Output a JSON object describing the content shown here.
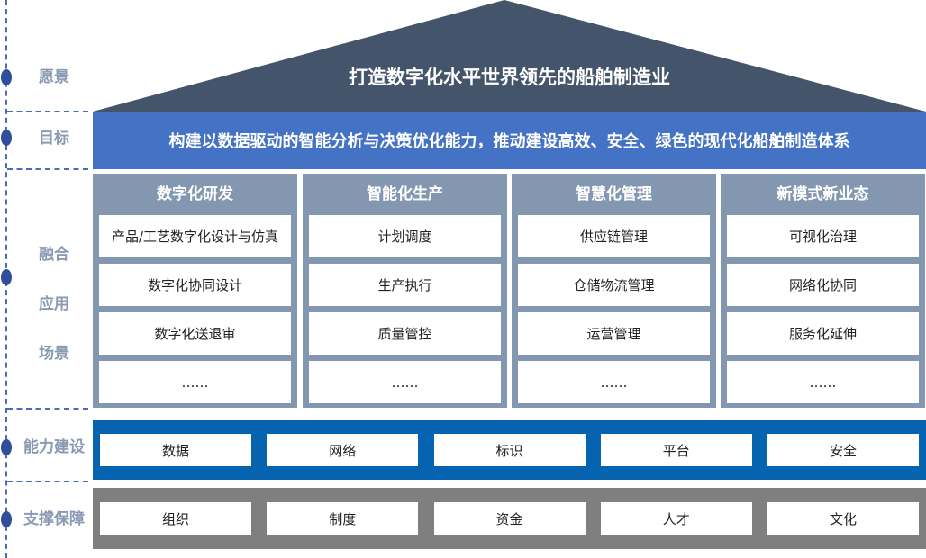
{
  "left_labels": [
    "愿景",
    "目标",
    "融合\n应用\n场景",
    "能力建设",
    "支撑保障"
  ],
  "vision": "打造数字化水平世界领先的船舶制造业",
  "goal": "构建以数据驱动的智能分析与决策优化能力，推动建设高效、安全、绿色的现代化船舶制造体系",
  "columns": [
    {
      "title": "数字化研发",
      "items": [
        "产品/工艺数字化设计与仿真",
        "数字化协同设计",
        "数字化送退审",
        "……"
      ]
    },
    {
      "title": "智能化生产",
      "items": [
        "计划调度",
        "生产执行",
        "质量管控",
        "……"
      ]
    },
    {
      "title": "智慧化管理",
      "items": [
        "供应链管理",
        "仓储物流管理",
        "运营管理",
        "……"
      ]
    },
    {
      "title": "新模式新业态",
      "items": [
        "可视化治理",
        "网络化协同",
        "服务化延伸",
        "……"
      ]
    }
  ],
  "capability": [
    "数据",
    "网络",
    "标识",
    "平台",
    "安全"
  ],
  "support": [
    "组织",
    "制度",
    "资金",
    "人才",
    "文化"
  ],
  "colors": {
    "roof": "#44546a",
    "goal": "#4472c4",
    "column": "#8497b0",
    "capability": "#0563b0",
    "support": "#7f7f7f"
  }
}
